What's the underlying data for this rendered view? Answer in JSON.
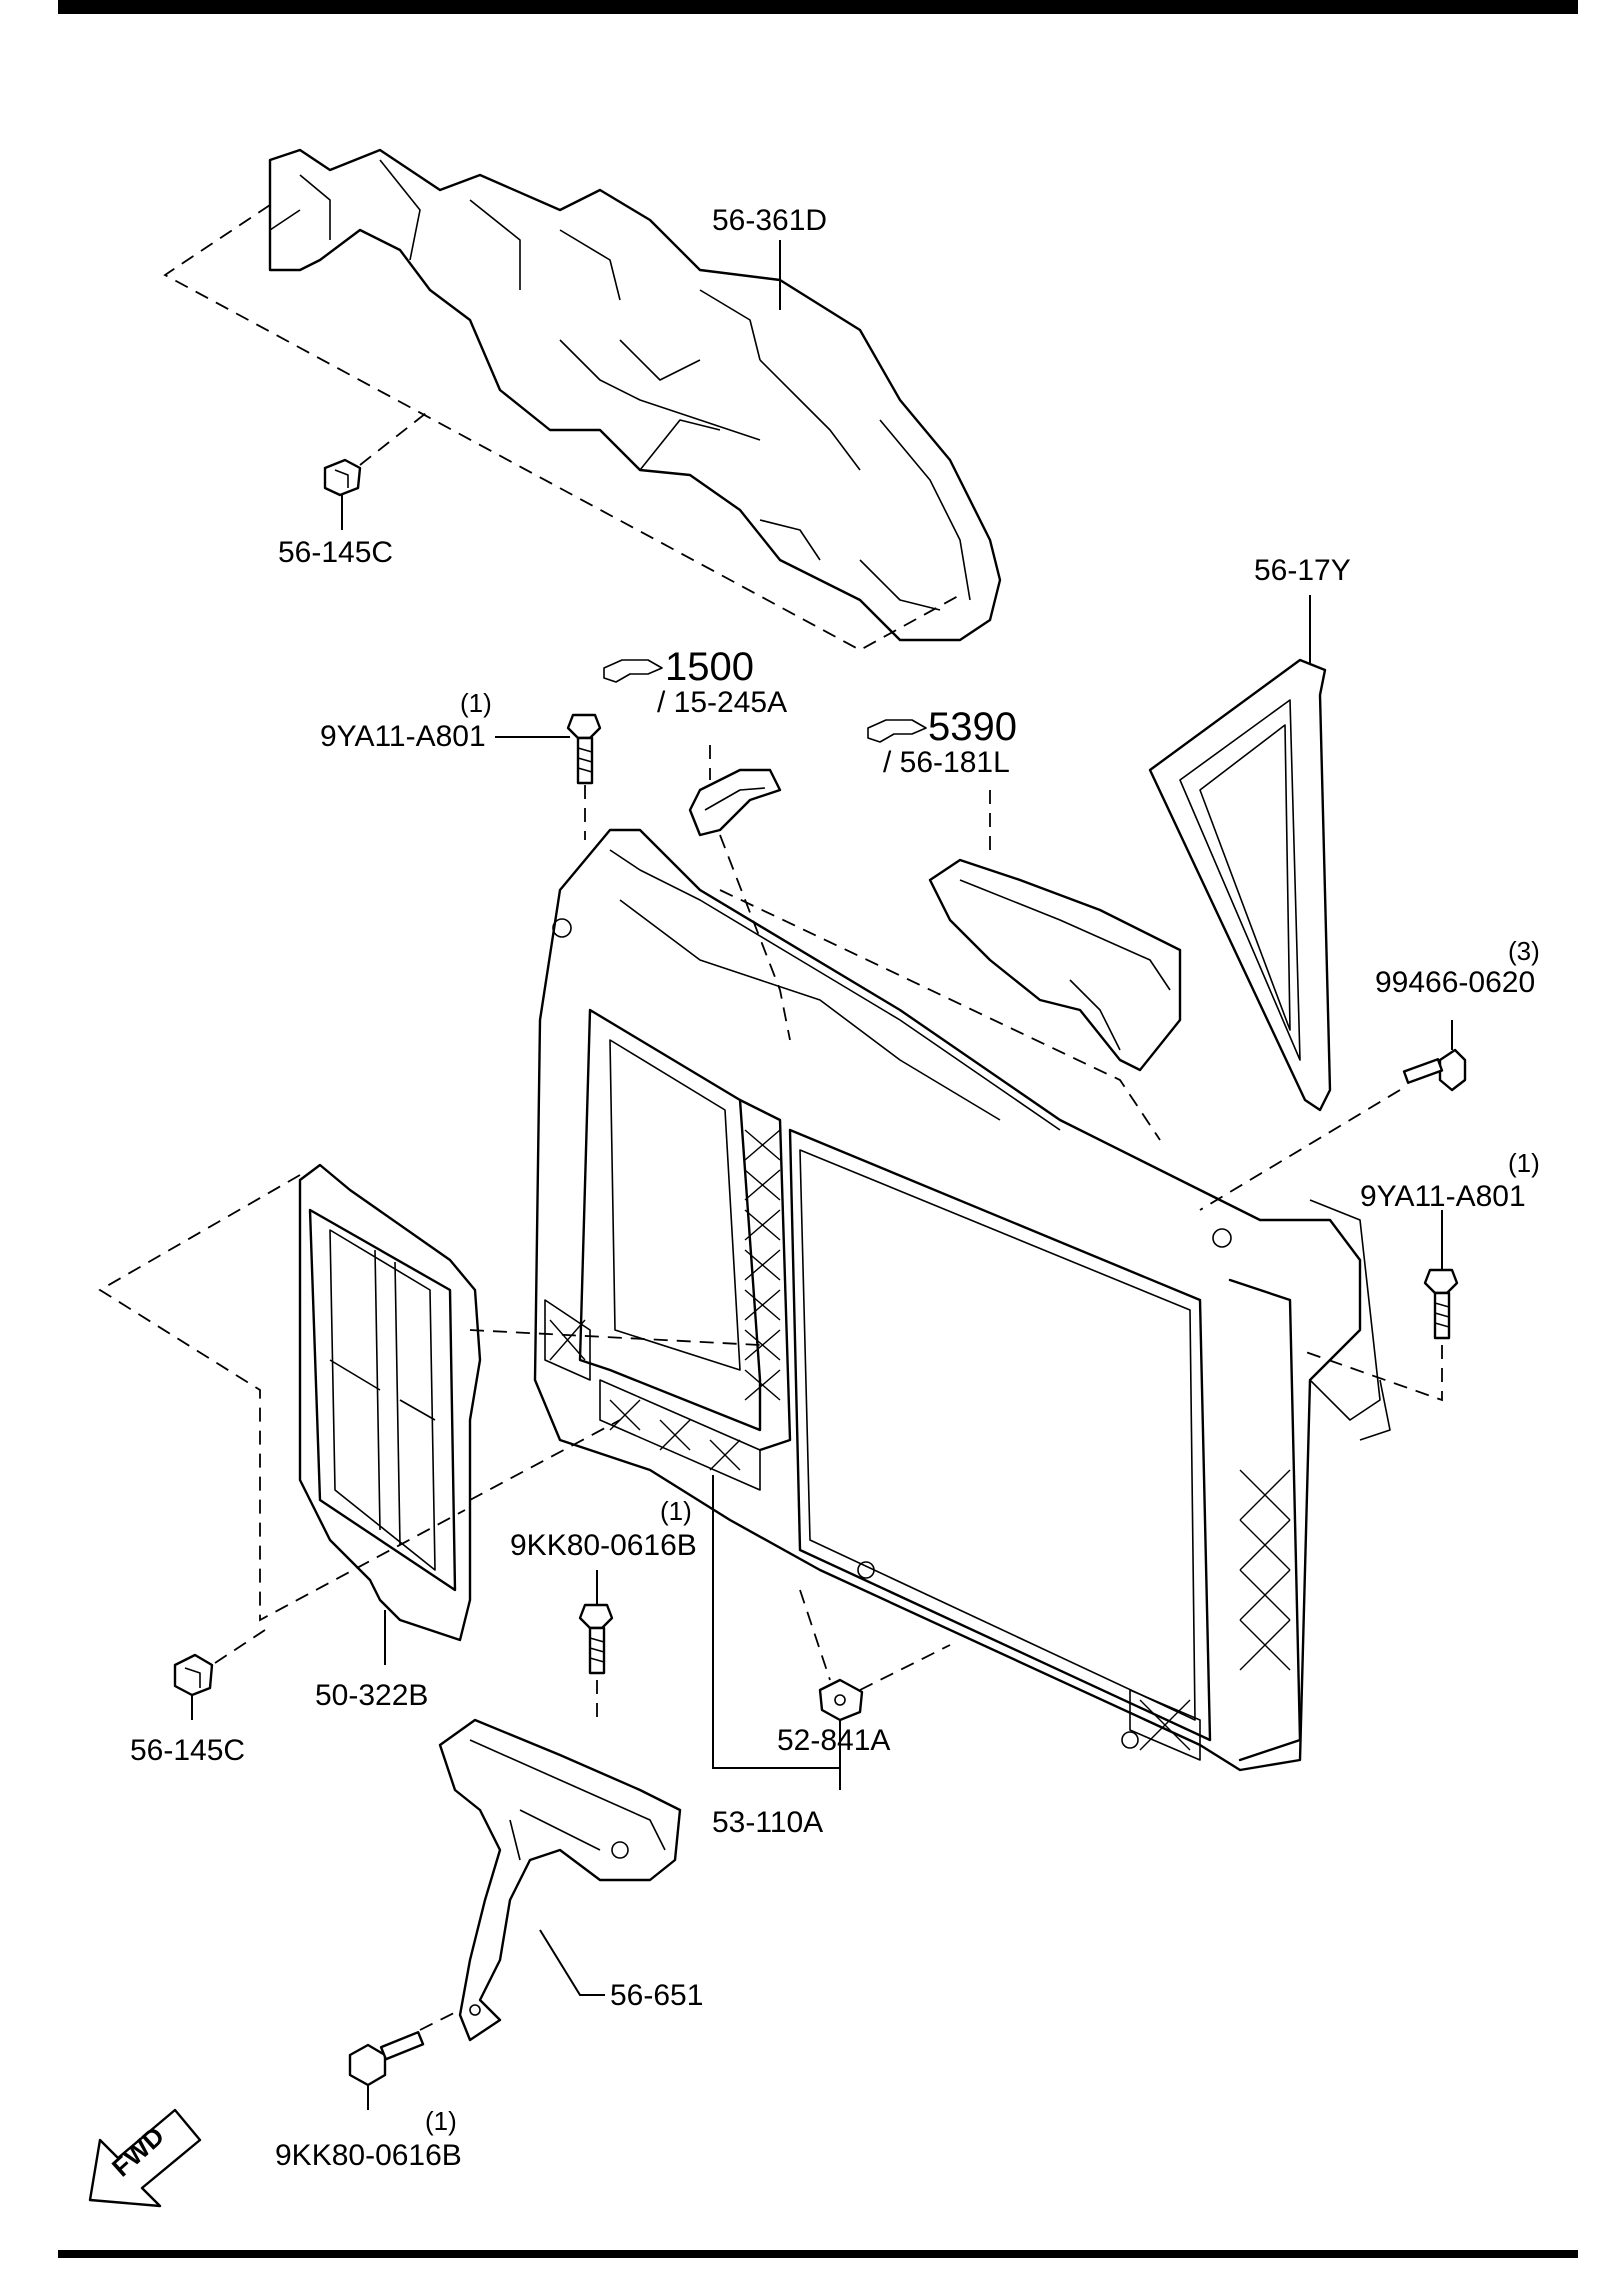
{
  "callouts": {
    "c1": {
      "part": "56-361D"
    },
    "c2": {
      "part": "56-145C"
    },
    "c3": {
      "part": "56-17Y"
    },
    "c4": {
      "ref": "1500",
      "part": "/ 15-245A"
    },
    "c5": {
      "ref": "5390",
      "part": "/ 56-181L"
    },
    "c6": {
      "qty": "(1)",
      "part": "9YA11-A801"
    },
    "c7": {
      "qty": "(3)",
      "part": "99466-0620"
    },
    "c8": {
      "qty": "(1)",
      "part": "9YA11-A801"
    },
    "c9": {
      "qty": "(1)",
      "part": "9KK80-0616B"
    },
    "c10": {
      "part": "50-322B"
    },
    "c11": {
      "part": "56-145C"
    },
    "c12": {
      "part": "52-841A"
    },
    "c13": {
      "part": "53-110A"
    },
    "c14": {
      "part": "56-651"
    },
    "c15": {
      "qty": "(1)",
      "part": "9KK80-0616B"
    }
  },
  "fwd_arrow": {
    "label": "FWD"
  },
  "colors": {
    "ink": "#000000",
    "paper": "#ffffff"
  }
}
